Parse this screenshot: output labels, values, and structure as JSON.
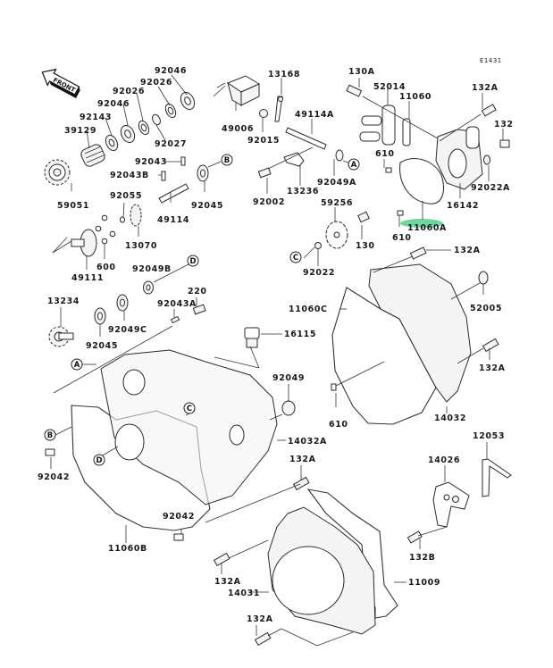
{
  "diagram": {
    "code": "E1431",
    "front_label": "FRONT",
    "highlight_color": "#6fd6a0",
    "highlighted_part": "11060A",
    "parts": [
      {
        "id": "92046a",
        "label": "92046"
      },
      {
        "id": "92026a",
        "label": "92026"
      },
      {
        "id": "92026b",
        "label": "92026"
      },
      {
        "id": "92046b",
        "label": "92046"
      },
      {
        "id": "92143",
        "label": "92143"
      },
      {
        "id": "39129",
        "label": "39129"
      },
      {
        "id": "92027",
        "label": "92027"
      },
      {
        "id": "92043",
        "label": "92043"
      },
      {
        "id": "92043B",
        "label": "92043B"
      },
      {
        "id": "59051",
        "label": "59051"
      },
      {
        "id": "92055",
        "label": "92055"
      },
      {
        "id": "49114",
        "label": "49114"
      },
      {
        "id": "92045a",
        "label": "92045"
      },
      {
        "id": "13070",
        "label": "13070"
      },
      {
        "id": "49111",
        "label": "49111"
      },
      {
        "id": "600",
        "label": "600"
      },
      {
        "id": "92049B",
        "label": "92049B"
      },
      {
        "id": "13234",
        "label": "13234"
      },
      {
        "id": "92043A",
        "label": "92043A"
      },
      {
        "id": "220",
        "label": "220"
      },
      {
        "id": "92049C",
        "label": "92049C"
      },
      {
        "id": "92045b",
        "label": "92045"
      },
      {
        "id": "13168",
        "label": "13168"
      },
      {
        "id": "49006",
        "label": "49006"
      },
      {
        "id": "92015",
        "label": "92015"
      },
      {
        "id": "49114A",
        "label": "49114A"
      },
      {
        "id": "13236",
        "label": "13236"
      },
      {
        "id": "92002",
        "label": "92002"
      },
      {
        "id": "92049A",
        "label": "92049A"
      },
      {
        "id": "59256",
        "label": "59256"
      },
      {
        "id": "92022",
        "label": "92022"
      },
      {
        "id": "130",
        "label": "130"
      },
      {
        "id": "130A",
        "label": "130A"
      },
      {
        "id": "52014",
        "label": "52014"
      },
      {
        "id": "11060",
        "label": "11060"
      },
      {
        "id": "132A_top",
        "label": "132A"
      },
      {
        "id": "132",
        "label": "132"
      },
      {
        "id": "610a",
        "label": "610"
      },
      {
        "id": "92022A",
        "label": "92022A"
      },
      {
        "id": "16142",
        "label": "16142"
      },
      {
        "id": "11060A",
        "label": "11060A"
      },
      {
        "id": "610b",
        "label": "610"
      },
      {
        "id": "132A_b",
        "label": "132A"
      },
      {
        "id": "11060C",
        "label": "11060C"
      },
      {
        "id": "52005",
        "label": "52005"
      },
      {
        "id": "132A_c",
        "label": "132A"
      },
      {
        "id": "610c",
        "label": "610"
      },
      {
        "id": "14032",
        "label": "14032"
      },
      {
        "id": "16115",
        "label": "16115"
      },
      {
        "id": "92049",
        "label": "92049"
      },
      {
        "id": "14032A",
        "label": "14032A"
      },
      {
        "id": "92042a",
        "label": "92042"
      },
      {
        "id": "92042b",
        "label": "92042"
      },
      {
        "id": "11060B",
        "label": "11060B"
      },
      {
        "id": "132A_d",
        "label": "132A"
      },
      {
        "id": "12053",
        "label": "12053"
      },
      {
        "id": "14026",
        "label": "14026"
      },
      {
        "id": "132B",
        "label": "132B"
      },
      {
        "id": "132A_e",
        "label": "132A"
      },
      {
        "id": "14031",
        "label": "14031"
      },
      {
        "id": "11009",
        "label": "11009"
      },
      {
        "id": "132A_f",
        "label": "132A"
      }
    ],
    "reference_markers": [
      "A",
      "B",
      "C",
      "D"
    ]
  }
}
